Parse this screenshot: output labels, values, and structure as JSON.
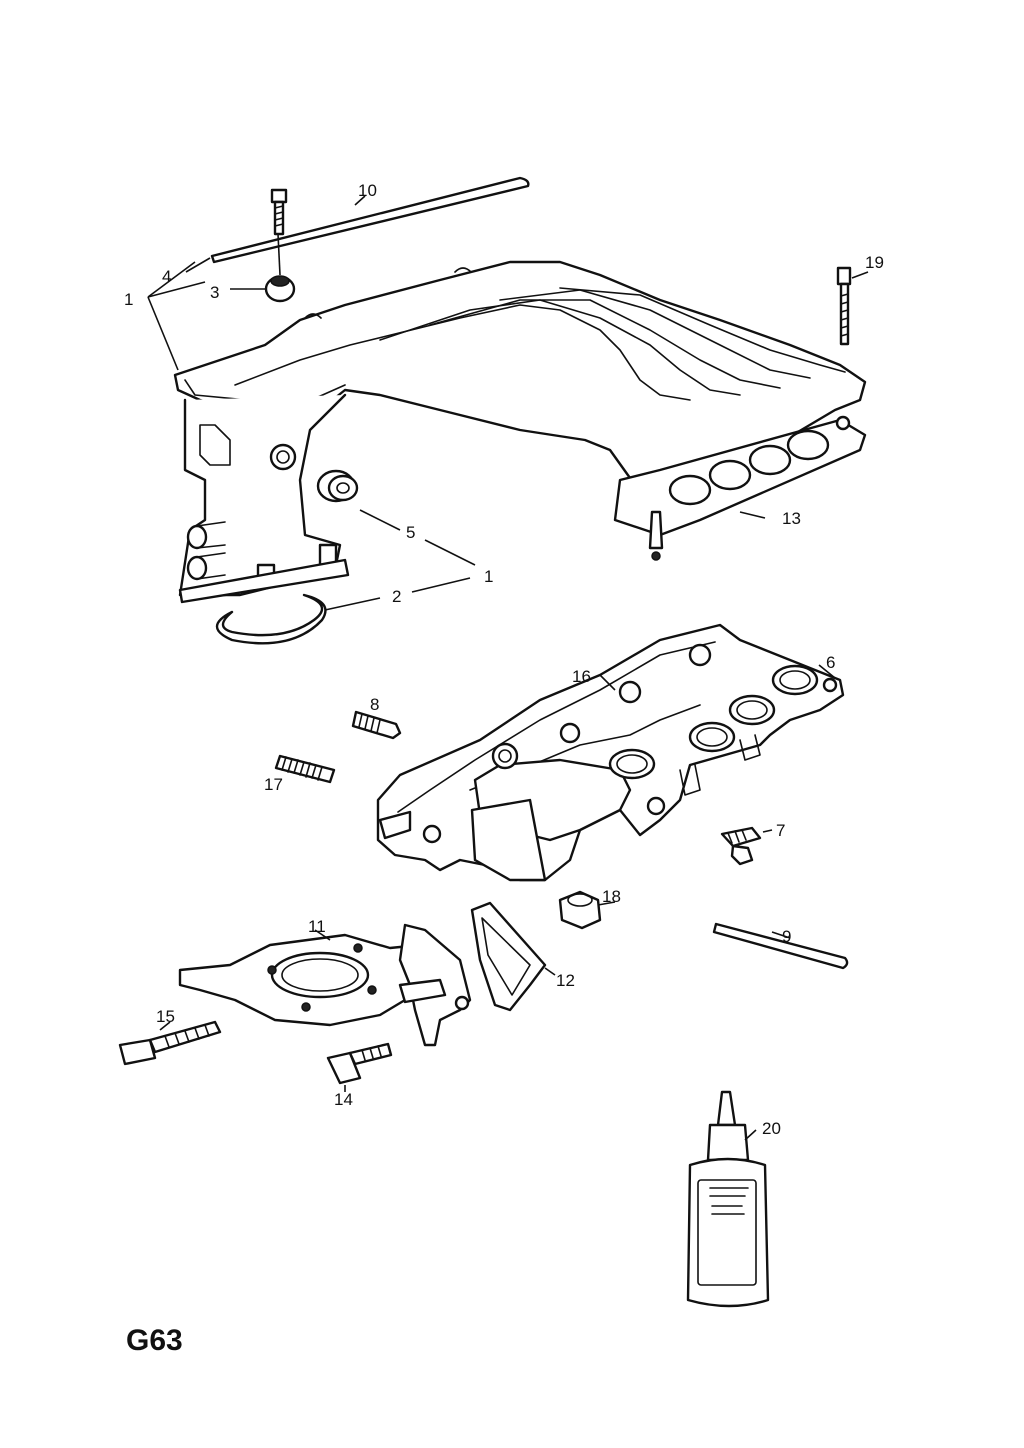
{
  "diagram": {
    "page_code": "G63",
    "callouts": [
      {
        "id": "c1",
        "text": "1"
      },
      {
        "id": "c2",
        "text": "2"
      },
      {
        "id": "c3",
        "text": "3"
      },
      {
        "id": "c4",
        "text": "4"
      },
      {
        "id": "c5",
        "text": "5"
      },
      {
        "id": "c6",
        "text": "6"
      },
      {
        "id": "c7",
        "text": "7"
      },
      {
        "id": "c8",
        "text": "8"
      },
      {
        "id": "c9",
        "text": "9"
      },
      {
        "id": "c10",
        "text": "10"
      },
      {
        "id": "c11",
        "text": "11"
      },
      {
        "id": "c12",
        "text": "12"
      },
      {
        "id": "c13",
        "text": "13"
      },
      {
        "id": "c14",
        "text": "14"
      },
      {
        "id": "c15",
        "text": "15"
      },
      {
        "id": "c16",
        "text": "16"
      },
      {
        "id": "c17",
        "text": "17"
      },
      {
        "id": "c18",
        "text": "18"
      },
      {
        "id": "c19",
        "text": "19"
      },
      {
        "id": "c20",
        "text": "20"
      },
      {
        "id": "c1b",
        "text": "1"
      }
    ]
  }
}
